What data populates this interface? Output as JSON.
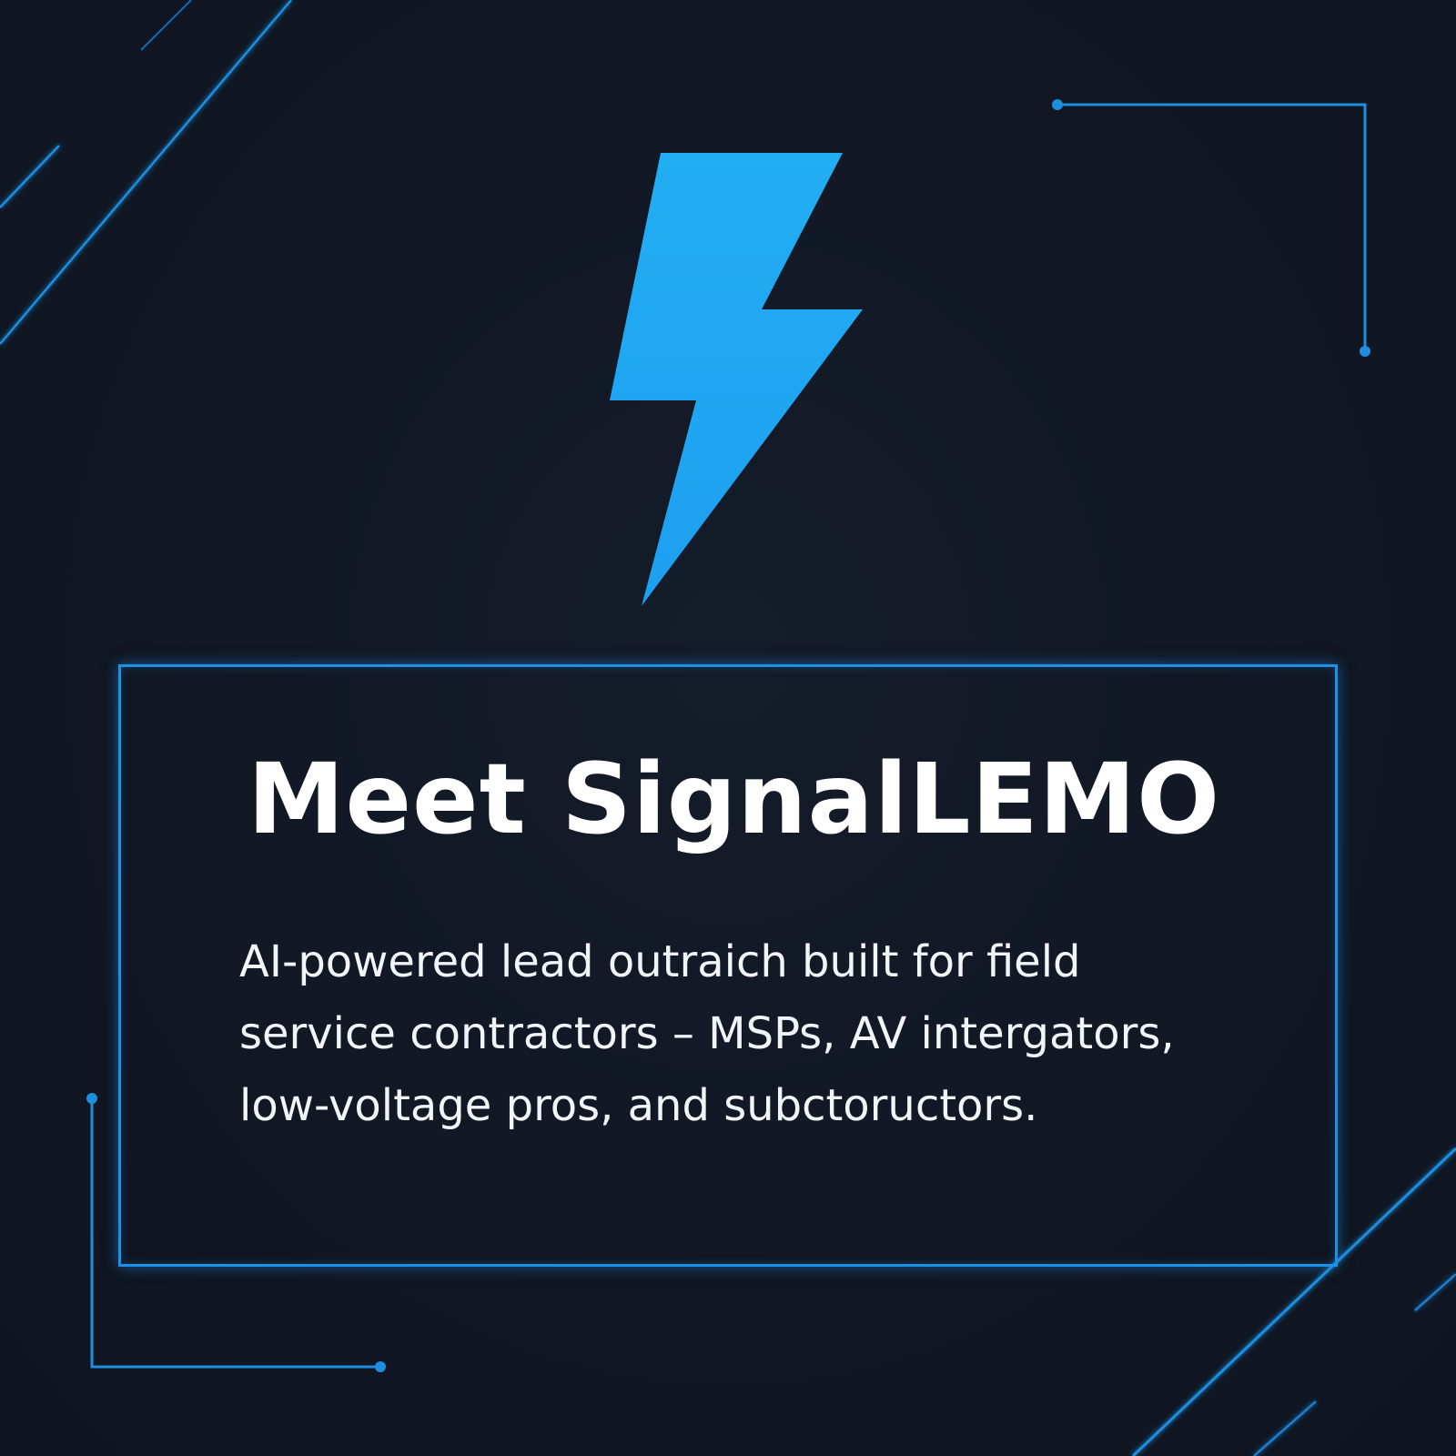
{
  "heading": {
    "title": "Meet SignalLEMO"
  },
  "description": {
    "lines": [
      "AI-powered lead outraich built for field",
      "service contractors – MSPs, AV intergators,",
      "low-voltage pros, and subctoructors."
    ]
  },
  "logo": {
    "icon": "lightning-bolt-icon",
    "color": "#1ea7f2"
  },
  "colors": {
    "background": "#121824",
    "accent": "#1e90e8",
    "text": "#ffffff"
  }
}
